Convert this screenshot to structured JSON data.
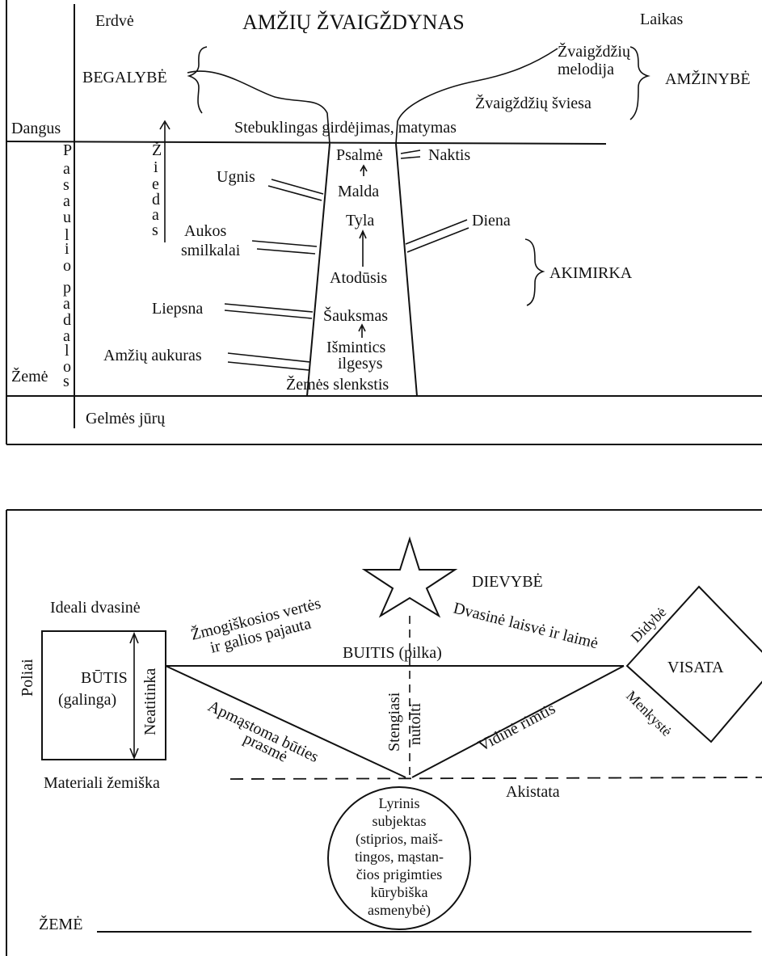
{
  "top": {
    "title": "AMŽIŲ ŽVAIGŽDYNAS",
    "corner_left": "Erdvė",
    "corner_right": "Laikas",
    "begalybe": "BEGALYBĖ",
    "amzinybe": "AMŽINYBĖ",
    "star_melody_l1": "Žvaigždžių",
    "star_melody_l2": "melodija",
    "star_light": "Žvaigždžių šviesa",
    "dangus": "Dangus",
    "stebuklingas": "Stebuklingas girdėjimas, matymas",
    "zeme": "Žemė",
    "gelmes": "Gelmės jūrų",
    "pasaulio_padalos": [
      "P",
      "a",
      "s",
      "a",
      "u",
      "l",
      "i",
      "o",
      "p",
      "a",
      "d",
      "a",
      "l",
      "o",
      "s"
    ],
    "ziedas": [
      "Ž",
      "i",
      "e",
      "d",
      "a",
      "s"
    ],
    "ugnis": "Ugnis",
    "aukos_l1": "Aukos",
    "aukos_l2": "smilkalai",
    "liepsna": "Liepsna",
    "amziu_aukuras": "Amžių aukuras",
    "psalme": "Psalmė",
    "malda": "Malda",
    "tyla": "Tyla",
    "atodusis": "Atodūsis",
    "sauksmas": "Šauksmas",
    "ismintis_l1": "Išmintics",
    "ismintis_l2": "ilgesys",
    "slenkstis": "Žemės slenkstis",
    "naktis": "Naktis",
    "diena": "Diena",
    "akimirka": "AKIMIRKA"
  },
  "bottom": {
    "dievybe": "DIEVYBĖ",
    "ideali": "Ideali dvasinė",
    "materiali": "Materiali žemiška",
    "poliai": "Poliai",
    "butis_l1": "BŪTIS",
    "butis_l2": "(galinga)",
    "neatitinka": "Neatitinka",
    "zmog_l1": "Žmogiškosios vertės",
    "zmog_l2": "ir galios pajauta",
    "dvasine": "Dvasinė laisvė ir laimė",
    "buitis": "BUITIS (pilka)",
    "didybe": "Didybė",
    "visata": "VISATA",
    "menkyste": "Menkystė",
    "apm_l1": "Apmąstoma būties",
    "apm_l2": "prasmė",
    "steng_l1": "Stengiasi",
    "steng_l2": "nutolti",
    "vidine": "Vidinė rimtis",
    "akistata": "Akistata",
    "lyrinis": [
      "Lyrinis",
      "subjektas",
      "(stiprios, maiš-",
      "tingos, mąstan-",
      "čios prigimties",
      "kūrybiška",
      "asmenybė)"
    ],
    "zeme": "ŽEMĖ"
  }
}
